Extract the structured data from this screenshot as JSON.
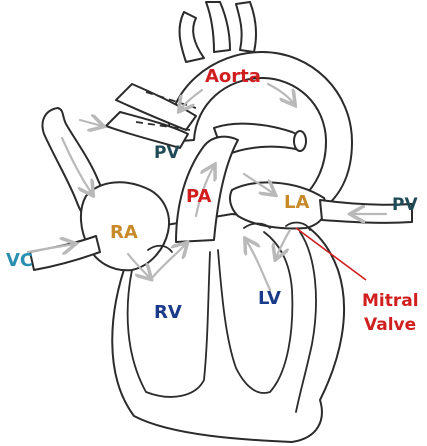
{
  "colors": {
    "outline": "#2b2b2b",
    "arrow": "#b9b9b9",
    "red_label": "#d11f1f",
    "gold_label": "#c8892a",
    "navy_label": "#1a3a8a",
    "teal_label": "#2a8fb0",
    "pv_label": "#1f4b57",
    "leader_line": "#d11f1f"
  },
  "labels": {
    "aorta": "Aorta",
    "pv_upper": "PV",
    "pa": "PA",
    "la": "LA",
    "pv_right": "PV",
    "ra": "RA",
    "vc": "VC",
    "rv": "RV",
    "lv": "LV",
    "mitral_line1": "Mitral",
    "mitral_line2": "Valve"
  }
}
